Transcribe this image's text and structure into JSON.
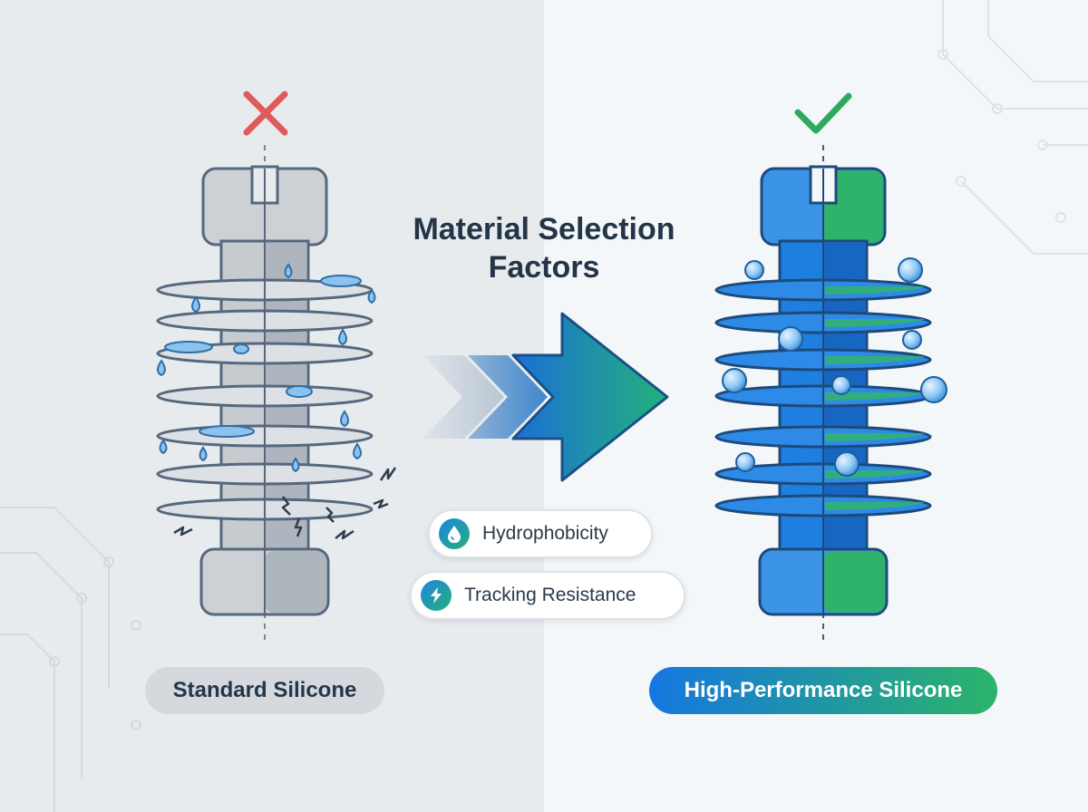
{
  "title": "Material Selection Factors",
  "factors": [
    {
      "label": "Hydrophobicity",
      "icon": "water-drop-icon"
    },
    {
      "label": "Tracking Resistance",
      "icon": "lightning-bolt-icon"
    }
  ],
  "left_insulator": {
    "label": "Standard Silicone",
    "status_icon": "red-x-icon",
    "color": "#c4c8cc",
    "status_color": "#e05a5a"
  },
  "right_insulator": {
    "label": "High-Performance Silicone",
    "status_icon": "green-check-icon",
    "color": "#1f7fe0",
    "status_color": "#2eaa5e"
  }
}
